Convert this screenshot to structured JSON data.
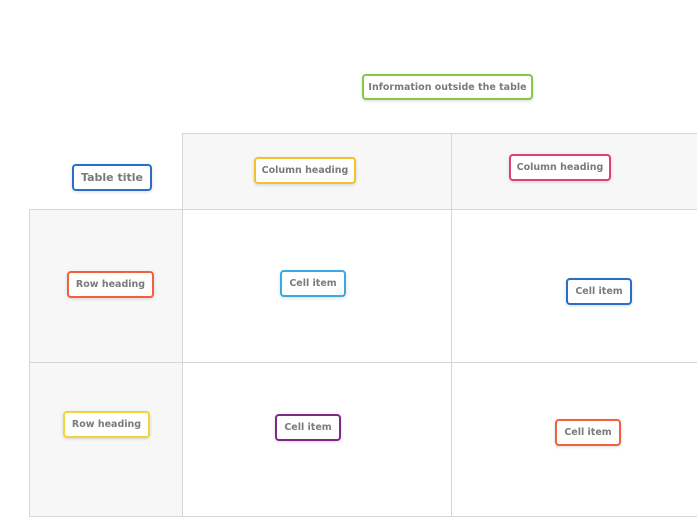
{
  "outside_topic": {
    "label": "Information outside the table",
    "color": "#8cc63f"
  },
  "table_title": {
    "label": "Table title",
    "color": "#2a6ecb"
  },
  "column_headings": [
    {
      "label": "Column heading",
      "color": "#f2c12e"
    },
    {
      "label": "Column heading",
      "color": "#e0407a"
    }
  ],
  "rows": [
    {
      "heading": {
        "label": "Row heading",
        "color": "#f0613c"
      },
      "cells": [
        {
          "label": "Cell item",
          "color": "#39a9e0"
        },
        {
          "label": "Cell item",
          "color": "#2a6ecb"
        }
      ]
    },
    {
      "heading": {
        "label": "Row heading",
        "color": "#f2d33a"
      },
      "cells": [
        {
          "label": "Cell item",
          "color": "#7b2a86"
        },
        {
          "label": "Cell item",
          "color": "#f0613c"
        }
      ]
    }
  ]
}
